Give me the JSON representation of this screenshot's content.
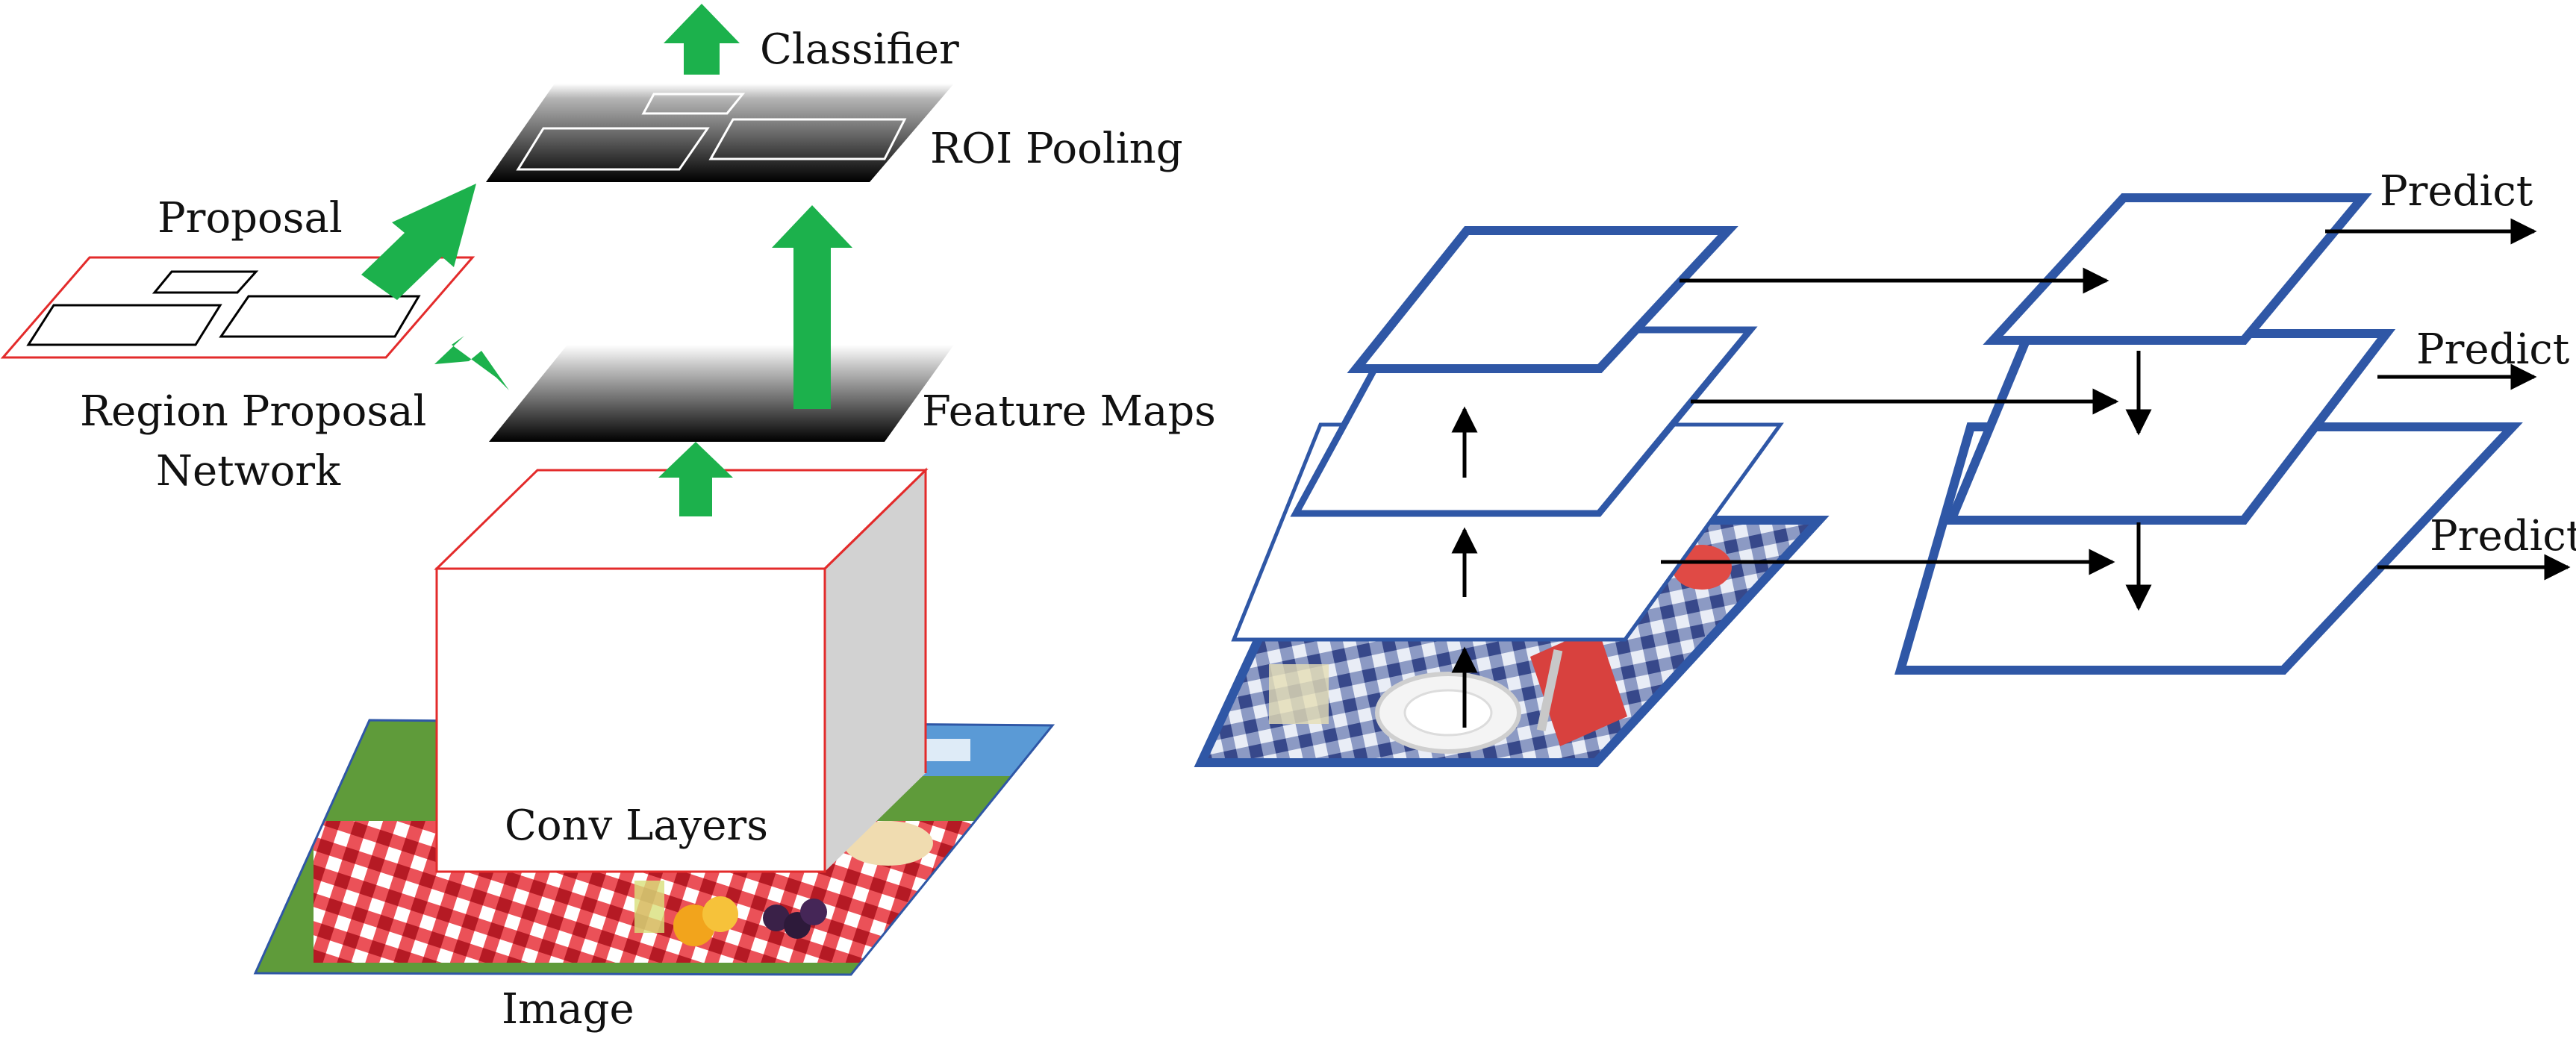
{
  "left_diagram": {
    "classifier_label": "Classifier",
    "roi_pooling_label": "ROI Pooling",
    "proposal_label": "Proposal",
    "rpn_label_line1": "Region Proposal",
    "rpn_label_line2": "Network",
    "feature_maps_label": "Feature Maps",
    "conv_layers_label": "Conv Layers",
    "image_label": "Image"
  },
  "right_diagram": {
    "predict_labels": [
      "Predict",
      "Predict",
      "Predict"
    ]
  },
  "colors": {
    "arrow_green": "#1cb14c",
    "proposal_red": "#e32b2b",
    "fpn_blue": "#2f57a6",
    "black": "#000000",
    "cube_side_gray": "#d2d2d2"
  },
  "icons": {
    "image_photo": "picnic-table-photo",
    "fpn_base_photo": "tablecloth-plate-photo"
  }
}
